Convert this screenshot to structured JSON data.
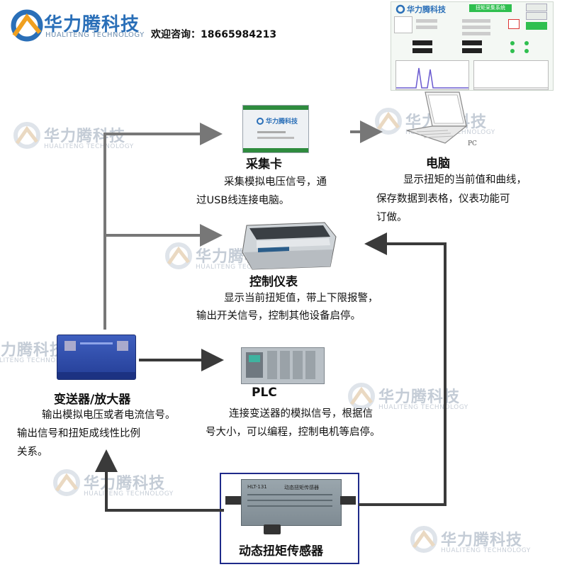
{
  "brand": {
    "name_cn": "华力腾科技",
    "name_en": "HUALITENG TECHNOLOGY"
  },
  "contact": "欢迎咨询：18665984213",
  "watermark": {
    "name_cn": "华力腾科技",
    "name_en": "HUALITENG TECHNOLOGY"
  },
  "software_screen": {
    "title_bar": "华力腾科技",
    "top_bar": "扭矩采集系统"
  },
  "nodes": {
    "daq": {
      "title": "采集卡",
      "desc": [
        "采集模拟电压信号，通",
        "过USB线连接电脑。"
      ],
      "device_brand": "华力腾科技"
    },
    "pc": {
      "title": "电脑",
      "device_label": "PC",
      "desc": [
        "显示扭矩的当前值和曲线，",
        "保存数据到表格，仪表功能可",
        "订做。"
      ]
    },
    "meter": {
      "title": "控制仪表",
      "desc": [
        "显示当前扭矩值，带上下限报警，",
        "输出开关信号，控制其他设备启停。"
      ]
    },
    "transmitter": {
      "title": "变送器/放大器",
      "desc": [
        "输出模拟电压或者电流信号。",
        "输出信号和扭矩成线性比例",
        "关系。"
      ]
    },
    "plc": {
      "title": "PLC",
      "desc": [
        "连接变送器的模拟信号，根据信",
        "号大小，可以编程，控制电机等启停。"
      ]
    },
    "sensor": {
      "title": "动态扭矩传感器",
      "device_model": "HLT-131",
      "device_name": "动态扭矩传感器"
    }
  },
  "colors": {
    "arrow": "#3a3a3a",
    "arrow_light": "#777777",
    "brand_blue": "#2a6fb8",
    "sensor_frame": "#1f2a8a",
    "screen_green": "#2fbf4f"
  }
}
